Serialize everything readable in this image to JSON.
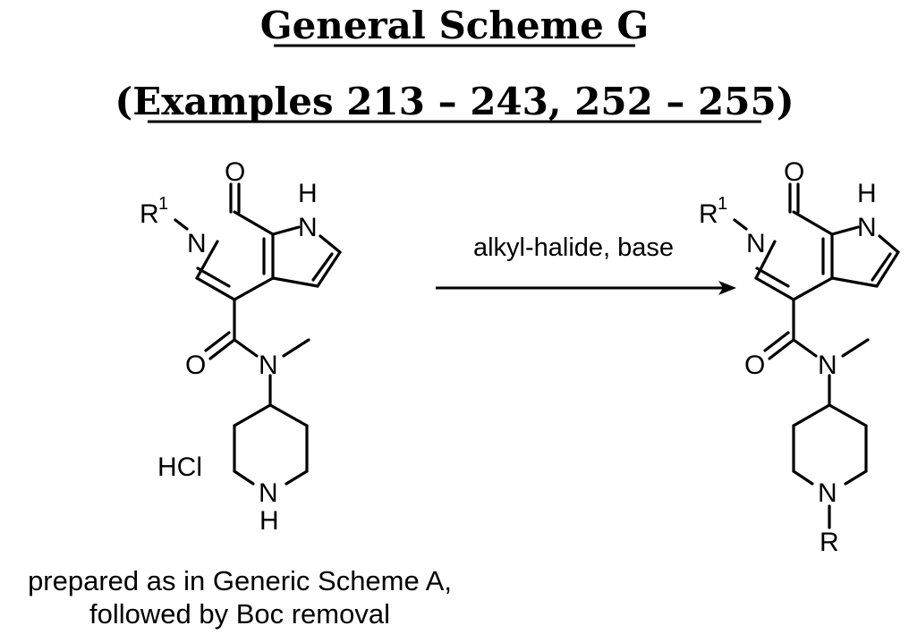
{
  "title": "General Scheme G",
  "subtitle": "(Examples 213 – 243, 252 – 255)",
  "reaction": {
    "reagents": "alkyl-halide, base"
  },
  "starting_material": {
    "salt": "HCl",
    "caption_line1": "prepared as in Generic Scheme A,",
    "caption_line2": "followed by Boc removal",
    "atoms": {
      "r1": "R",
      "r1_sup": "1",
      "n_ring": "N",
      "o_ring": "O",
      "nh_h": "H",
      "nh_n": "N",
      "o_amide": "O",
      "n_amide": "N",
      "n_pip": "N",
      "n_pip_h": "H"
    }
  },
  "product": {
    "atoms": {
      "r1": "R",
      "r1_sup": "1",
      "n_ring": "N",
      "o_ring": "O",
      "nh_h": "H",
      "nh_n": "N",
      "o_amide": "O",
      "n_amide": "N",
      "n_pip": "N",
      "r": "R"
    }
  }
}
